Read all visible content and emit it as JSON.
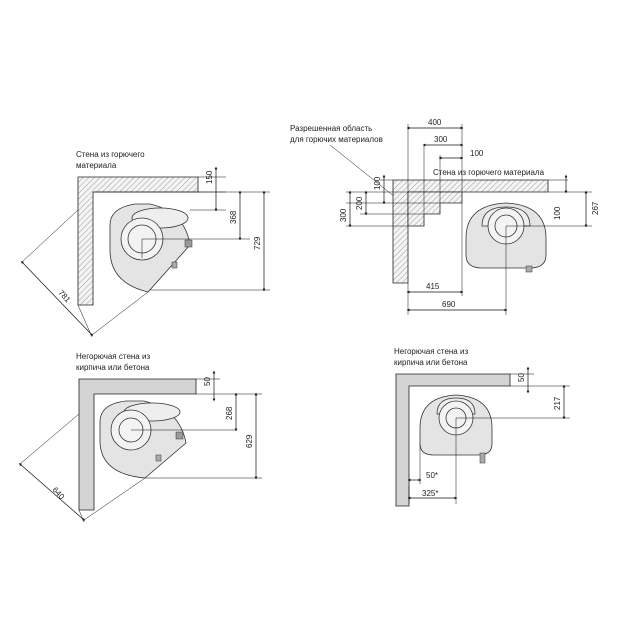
{
  "panel_top_left": {
    "label_line1": "Стена из горючего",
    "label_line2": "материала",
    "dim_150": "150",
    "dim_368": "368",
    "dim_729": "729",
    "dim_781": "781"
  },
  "panel_top_right": {
    "label_allowed_line1": "Разрешенная область",
    "label_allowed_line2": "для горючих материалов",
    "label_wall": "Стена из горючего материала",
    "dim_400": "400",
    "dim_300_top": "300",
    "dim_100_top": "100",
    "dim_100_left": "100",
    "dim_200": "200",
    "dim_300_left": "300",
    "dim_100_right": "100",
    "dim_267": "267",
    "dim_415": "415",
    "dim_690": "690"
  },
  "panel_bottom_left": {
    "label_line1": "Негорючая  стена  из",
    "label_line2": "кирпича или бетона",
    "dim_50": "50",
    "dim_268": "268",
    "dim_629": "629",
    "dim_640": "640"
  },
  "panel_bottom_right": {
    "label_line1": "Негорючая  стена  из",
    "label_line2": "кирпича или бетона",
    "dim_50": "50",
    "dim_217": "217",
    "dim_50_star": "50*",
    "dim_325_star": "325*"
  }
}
